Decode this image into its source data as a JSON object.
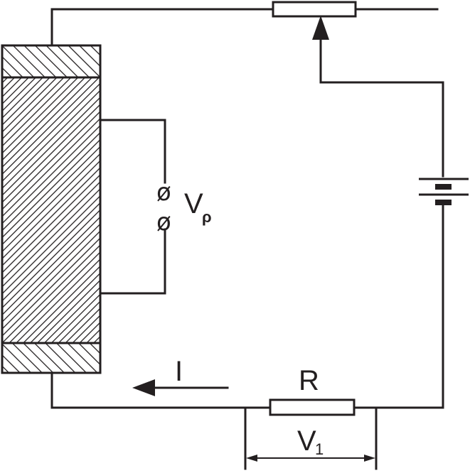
{
  "labels": {
    "vp_main": "V",
    "vp_sub": "ρ",
    "current": "I",
    "resistor": "R",
    "v1_main": "V",
    "v1_sub": "1",
    "terminal_symbol": "ø"
  },
  "colors": {
    "ink": "#231f20",
    "background": "#ffffff"
  },
  "icons": {
    "battery": "battery-cell-icon",
    "arrow": "arrowhead-icon"
  }
}
